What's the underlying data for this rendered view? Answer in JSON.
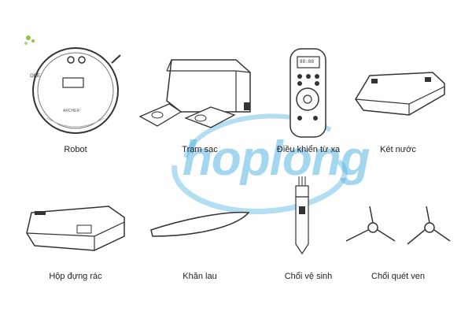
{
  "items": [
    {
      "key": "robot",
      "label": "Robot"
    },
    {
      "key": "charging-dock",
      "label": "Trạm sạc"
    },
    {
      "key": "remote-control",
      "label": "Điều khiển từ xa"
    },
    {
      "key": "water-tank",
      "label": "Két nước"
    },
    {
      "key": "dust-bin",
      "label": "Hộp đựng rác"
    },
    {
      "key": "mop-cloth",
      "label": "Khăn lau"
    },
    {
      "key": "cleaning-brush",
      "label": "Chổi vệ sinh"
    },
    {
      "key": "side-brush",
      "label": "Chổi quét ven"
    }
  ],
  "robot_text": {
    "brand": "ORE",
    "model": "ARCHER"
  },
  "remote_display": "88:88",
  "watermark": {
    "text": "hoplong",
    "color": "#58b6e3"
  }
}
